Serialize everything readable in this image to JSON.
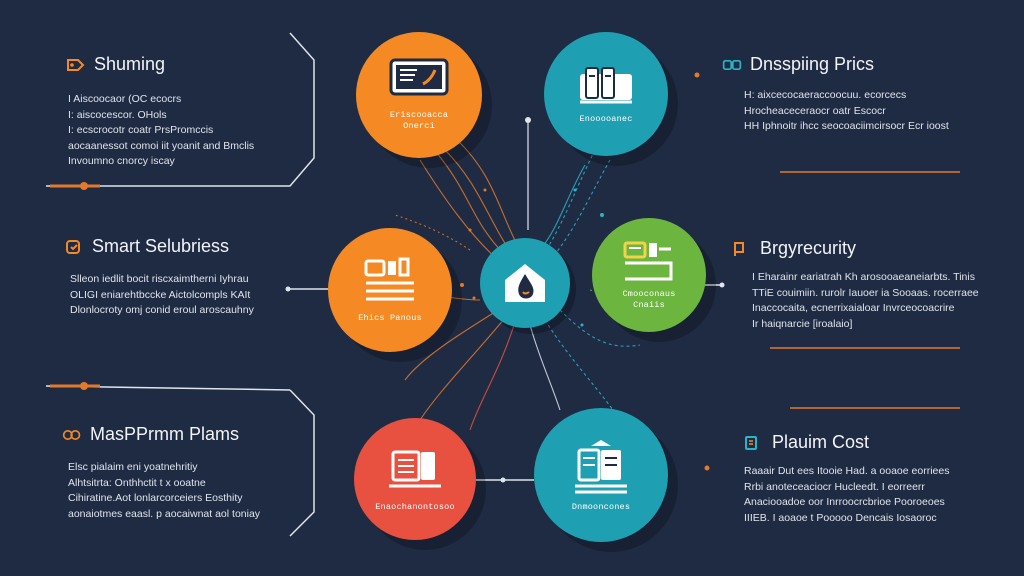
{
  "colors": {
    "background": "#1f2b43",
    "orange": "#f58a24",
    "teal": "#1f9fb2",
    "green": "#6cb53f",
    "red": "#e8503f",
    "accent_line": "#e3792a"
  },
  "left": [
    {
      "title": "Shuming",
      "icon": "orange-tag-icon",
      "lines": [
        "I Aiscoocaor (OC ecocrs",
        "I: aiscocescor. OHols",
        "I: ecscrocotr coatr PrsPromccis",
        "aocaanessot comoi iit yoanit and Bmclis",
        "Invoumno cnorcy iscay"
      ]
    },
    {
      "title": "Smart Selubriess",
      "icon": "orange-badge-icon",
      "lines": [
        "Slleon iedlit bocit riscxaimtherni Iyhrau",
        "OLIGI eniarehtbccke Aictolcompls KAIt",
        "Dlonlocroty omj conid eroul aroscauhny"
      ]
    },
    {
      "title": "MasPPrmm Plams",
      "icon": "orange-coin-icon",
      "lines": [
        "Elsc pialaim eni yoatnehritiy",
        "Alhtsitrta: Onthhctit t x ooatne",
        "Cihiratine.Aot lonlarcorceiers Eosthity",
        "aonaiotmes eaasl. p aocaiwnat aol toniay"
      ]
    }
  ],
  "right": [
    {
      "title": "Dnsspiing Prics",
      "icon": "teal-cart-icon",
      "lines": [
        "H: aixcecocaeraccoocuu. ecorcecs",
        "Hrocheaceceraocr oatr Escocr",
        "HH Iphnoitr ihcc seocoaciimcirsocr Ecr ioost"
      ]
    },
    {
      "title": "Brgyrecurity",
      "icon": "orange-shield-icon",
      "lines": [
        "I Eharainr eariatrah Kh arosooaeaneiarbts. Tinis",
        "TTiE couimiin. rurolr Iauoer ia Sooaas. rocerraee",
        "Inaccocaita, ecnerrixaialoar Invrceocoacrire",
        "Ir haiqnarcie [iroalaio]"
      ]
    },
    {
      "title": "Plauim Cost",
      "icon": "teal-document-icon",
      "lines": [
        "Raaair Dut ees Itooie Had. a ooaoe eorriees",
        "Rrbi anoteceaciocr Hucleedt. I eorreerr",
        "Anaciooadoe oor Inrroocrcbrioe Pooroeoes",
        "IIIEB. I aoaoe t Pooooo Dencais Iosaoroc"
      ]
    }
  ],
  "nodes": [
    {
      "name": "node-orange-top",
      "color": "#f58a24",
      "caption": "Eriscooacca\nOnerci",
      "icon": "monitor-icon"
    },
    {
      "name": "node-teal-top",
      "color": "#1f9fb2",
      "caption": "Enooooanec",
      "icon": "cart-icon"
    },
    {
      "name": "node-orange-mid",
      "color": "#f58a24",
      "caption": "Ehics Panous",
      "icon": "device-icon"
    },
    {
      "name": "node-center",
      "color": "#1f9fb2",
      "caption": "",
      "icon": "house-drop-icon"
    },
    {
      "name": "node-green-mid",
      "color": "#6cb53f",
      "caption": "Cmooconaus\nCnaiis",
      "icon": "tablet-icon"
    },
    {
      "name": "node-red-bottom",
      "color": "#e8503f",
      "caption": "Enaochanontosoo",
      "icon": "document-icon"
    },
    {
      "name": "node-teal-bottom",
      "color": "#1f9fb2",
      "caption": "Dnmooncones",
      "icon": "cabinet-icon"
    }
  ]
}
